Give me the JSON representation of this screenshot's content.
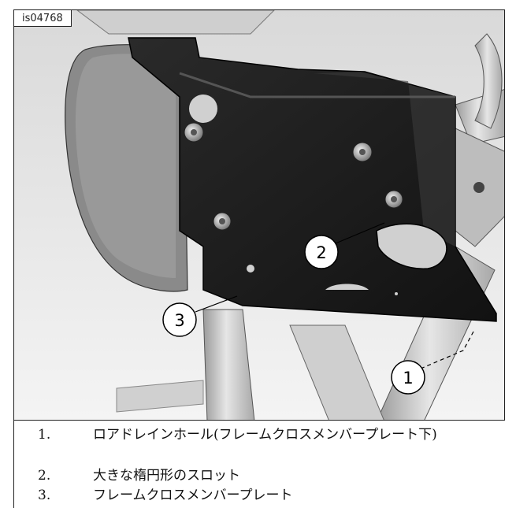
{
  "figure": {
    "image_id": "is04768",
    "callouts": [
      "1",
      "2",
      "3"
    ]
  },
  "legend": {
    "items": [
      {
        "num": "1.",
        "text": "ロアドレインホール(フレームクロスメンバープレート下)"
      },
      {
        "num": "2.",
        "text": "大きな楕円形のスロット"
      },
      {
        "num": "3.",
        "text": "フレームクロスメンバープレート"
      }
    ]
  }
}
